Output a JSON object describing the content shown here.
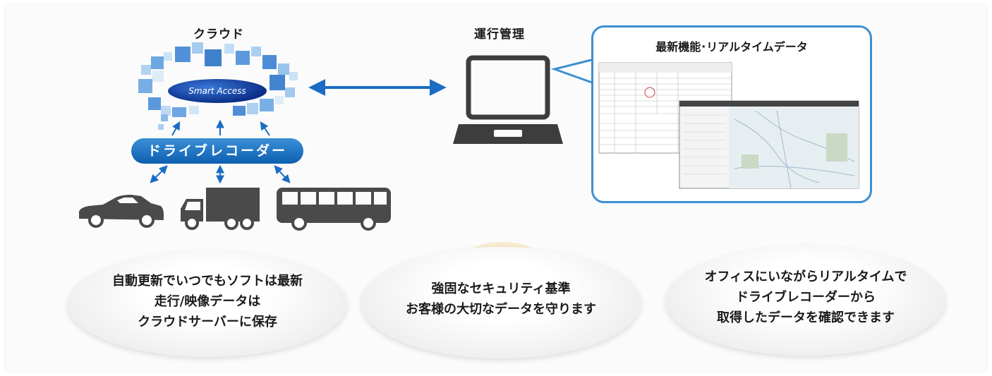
{
  "cloud": {
    "title": "クラウド",
    "service_name": "Smart Access"
  },
  "operations": {
    "title": "運行管理"
  },
  "bubble": {
    "title": "最新機能･リアルタイムデータ"
  },
  "recorder": {
    "label": "ドライブレコーダー"
  },
  "vehicles": [
    "car",
    "truck",
    "bus"
  ],
  "features": [
    {
      "lines": [
        "自動更新でいつでもソフトは最新",
        "走行/映像データは",
        "クラウドサーバーに保存"
      ]
    },
    {
      "lines": [
        "強固なセキュリティ基準",
        "お客様の大切なデータを守ります"
      ]
    },
    {
      "lines": [
        "オフィスにいながらリアルタイムで",
        "ドライブレコーダーから",
        "取得したデータを確認できます"
      ]
    }
  ],
  "colors": {
    "accent_blue": "#1a6cc4",
    "bubble_border": "#3d8fd0",
    "vehicle_gray": "#4a4a4a",
    "watermark_gold": "#f3d89a"
  }
}
